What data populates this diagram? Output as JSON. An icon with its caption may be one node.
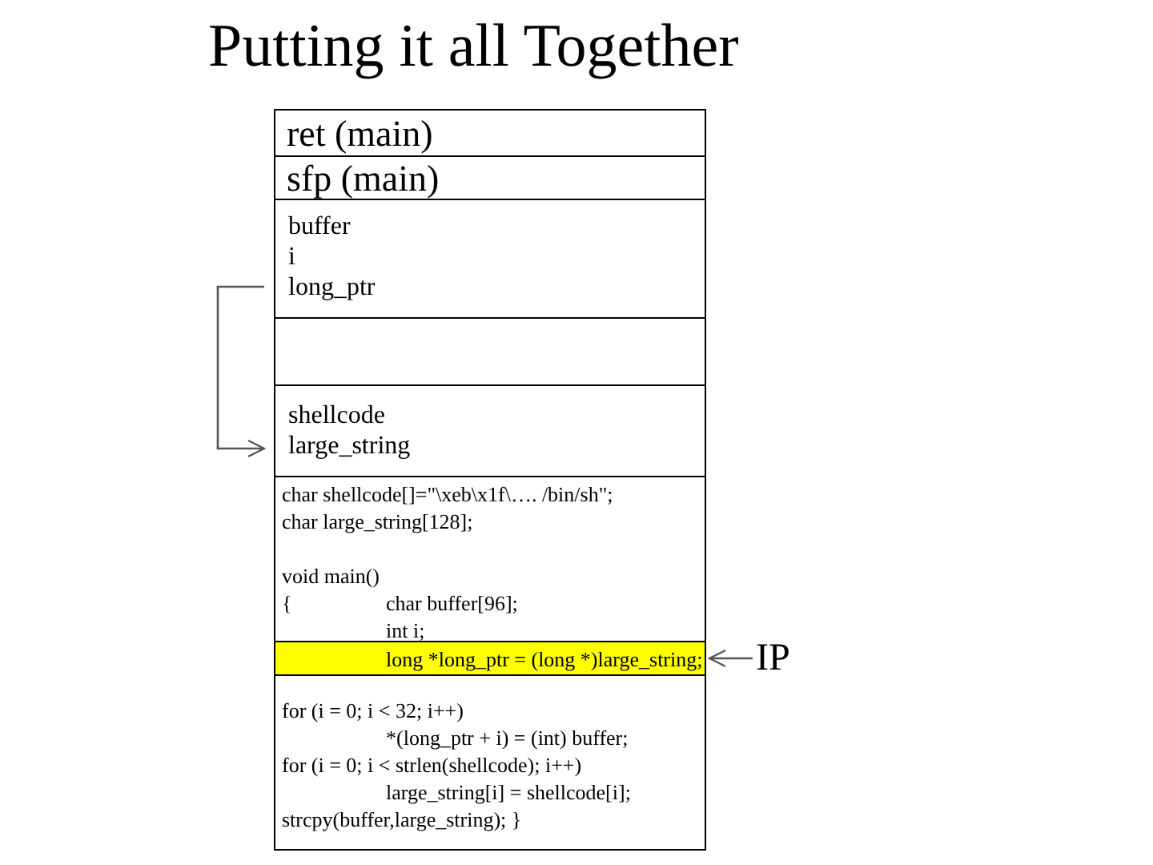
{
  "diagram": {
    "title": "Putting it all Together",
    "nodes": [
      {
        "text": [
          "ret (main)"
        ]
      },
      {
        "text": [
          "sfp (main)"
        ]
      },
      {
        "text": [
          "buffer",
          "i",
          "long_ptr"
        ]
      },
      {
        "text": [],
        "shape": "box"
      },
      {
        "text": [
          "shellcode",
          "large_string"
        ]
      },
      {
        "text": [
          "char shellcode[]=\"\\xeb\\x1f\\…. /bin/sh\";",
          "char large_string[128];",
          "void main()",
          "{",
          "char buffer[96];",
          "int i;"
        ]
      },
      {
        "text": [
          "long *long_ptr = (long *)large_string;"
        ]
      },
      {
        "text": [
          "for (i = 0; i < 32; i++)",
          "*(long_ptr + i) = (int) buffer;",
          "for (i = 0; i < strlen(shellcode); i++)",
          "large_string[i] = shellcode[i];",
          "strcpy(buffer,large_string); }"
        ]
      },
      {
        "text": [
          "IP"
        ]
      }
    ],
    "edges": [
      {
        "from": 2,
        "to": 4,
        "arrow": "to"
      },
      {
        "from": 8,
        "to": 6,
        "arrow": "to"
      }
    ]
  }
}
